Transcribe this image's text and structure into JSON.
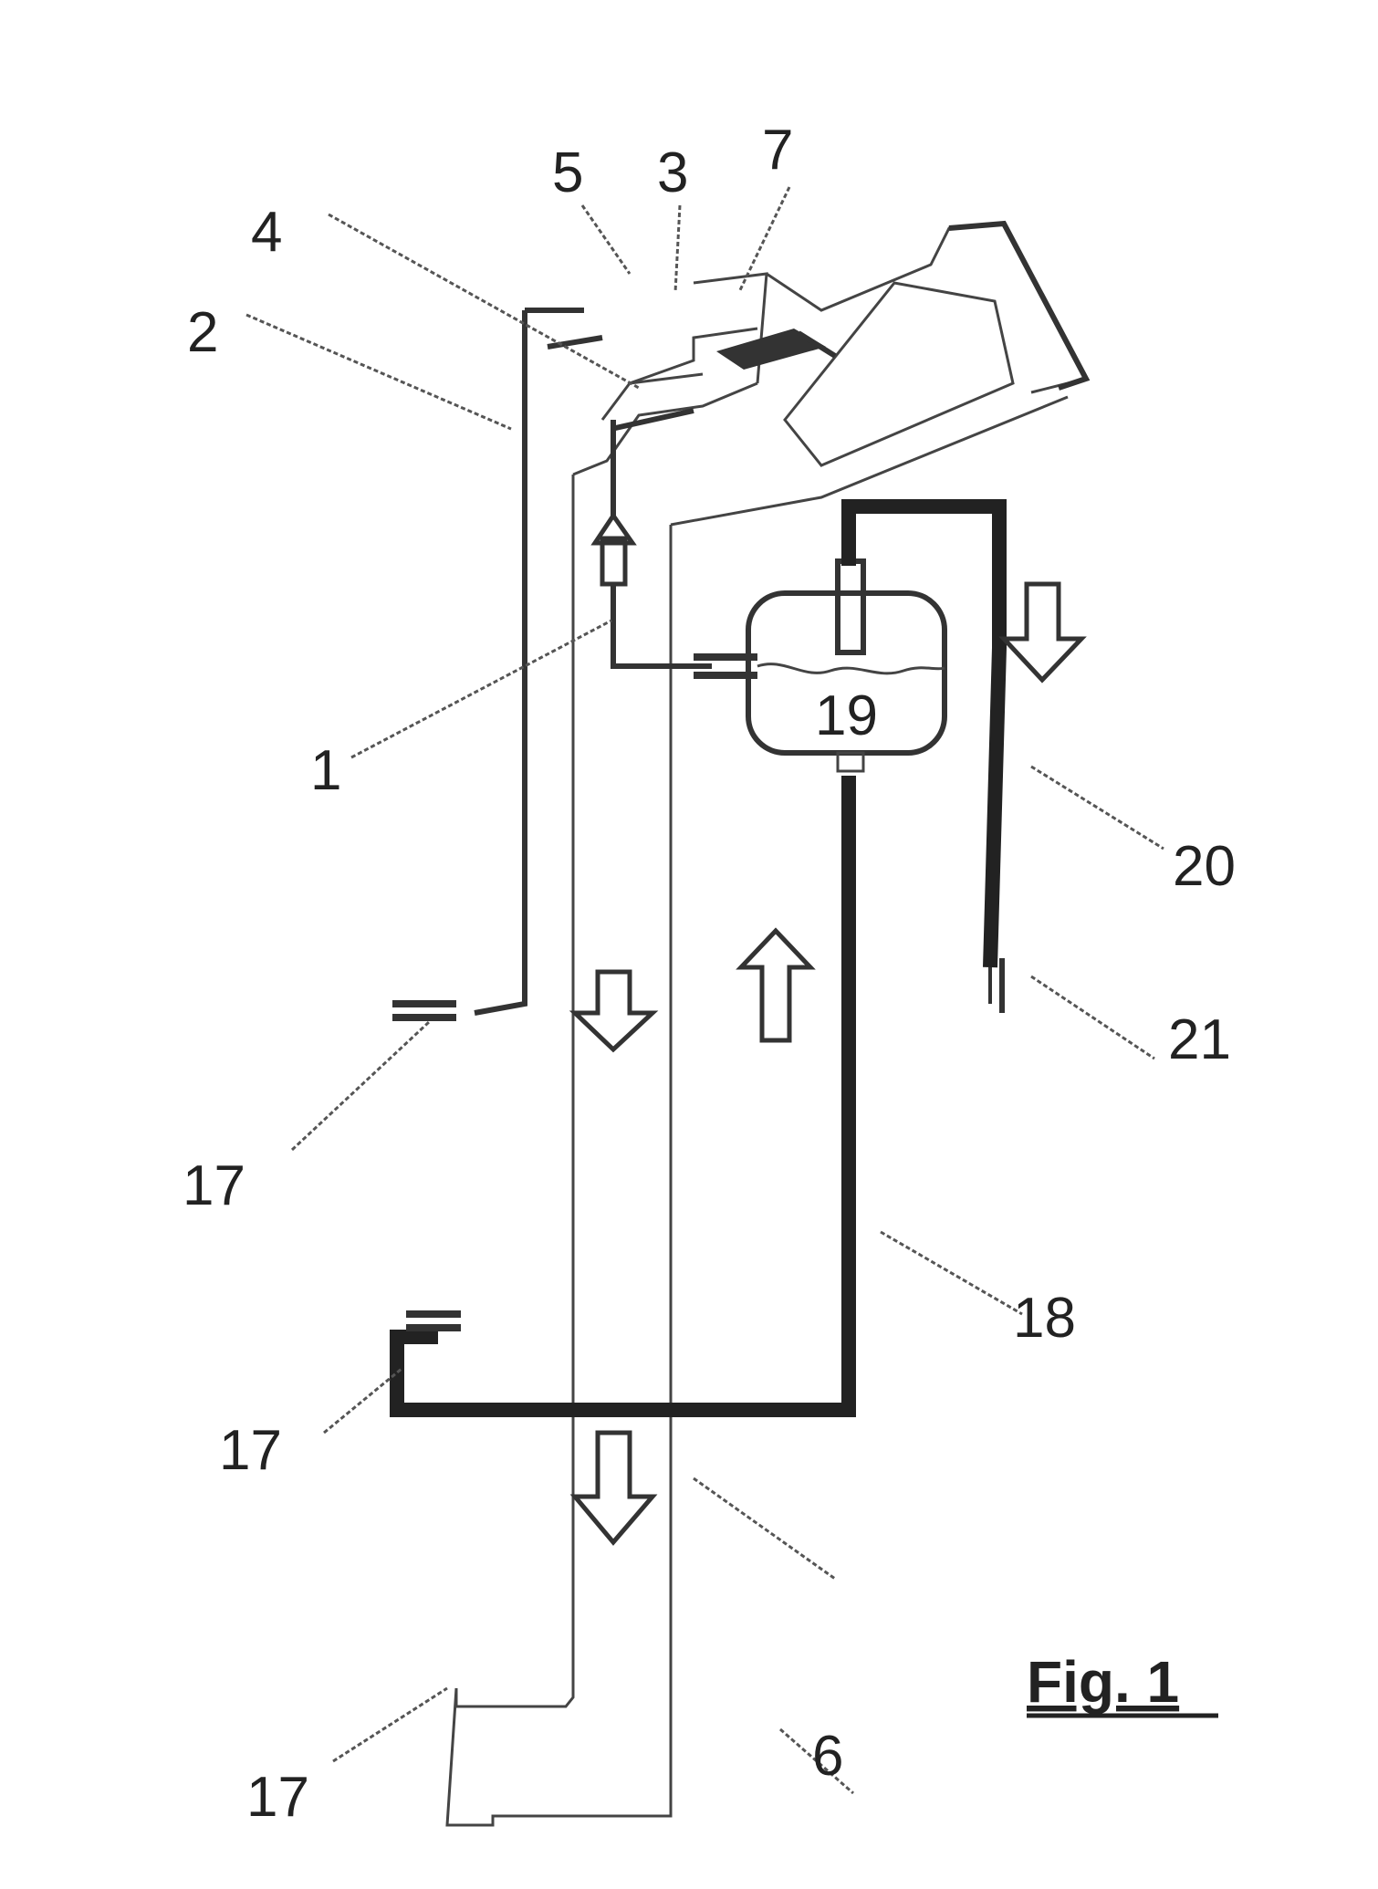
{
  "figure": {
    "caption": "Fig. 1",
    "labels": {
      "l1": "1",
      "l2": "2",
      "l3": "3",
      "l4": "4",
      "l5": "5",
      "l6": "6",
      "l7": "7",
      "l17a": "17",
      "l17b": "17",
      "l17c": "17",
      "l18": "18",
      "l19": "19",
      "l20": "20",
      "l21": "21"
    }
  }
}
